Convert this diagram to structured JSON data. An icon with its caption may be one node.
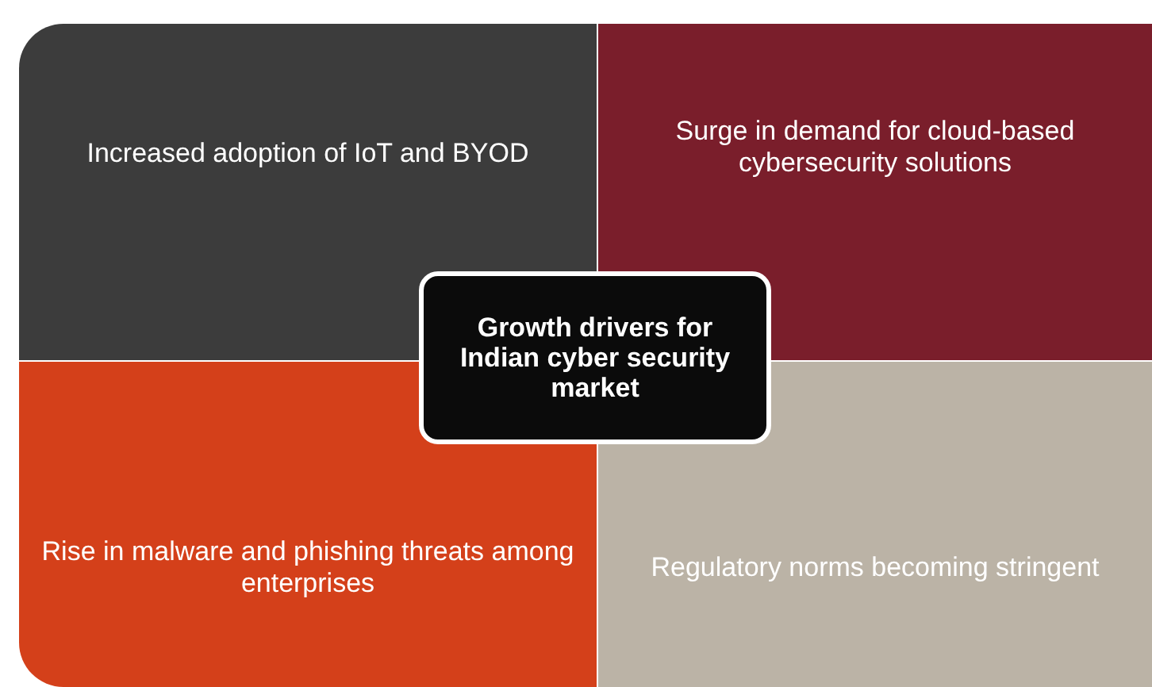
{
  "diagram": {
    "nodes": [
      {
        "text": [
          "Increased adoption of IoT and BYOD"
        ]
      },
      {
        "text": [
          "Surge in demand for cloud-based cybersecurity solutions"
        ]
      },
      {
        "text": [
          "Growth drivers for Indian cyber security market"
        ]
      },
      {
        "text": [
          "Rise in malware and phishing threats among enterprises"
        ]
      },
      {
        "text": [
          "Regulatory norms becoming stringent"
        ]
      }
    ]
  }
}
